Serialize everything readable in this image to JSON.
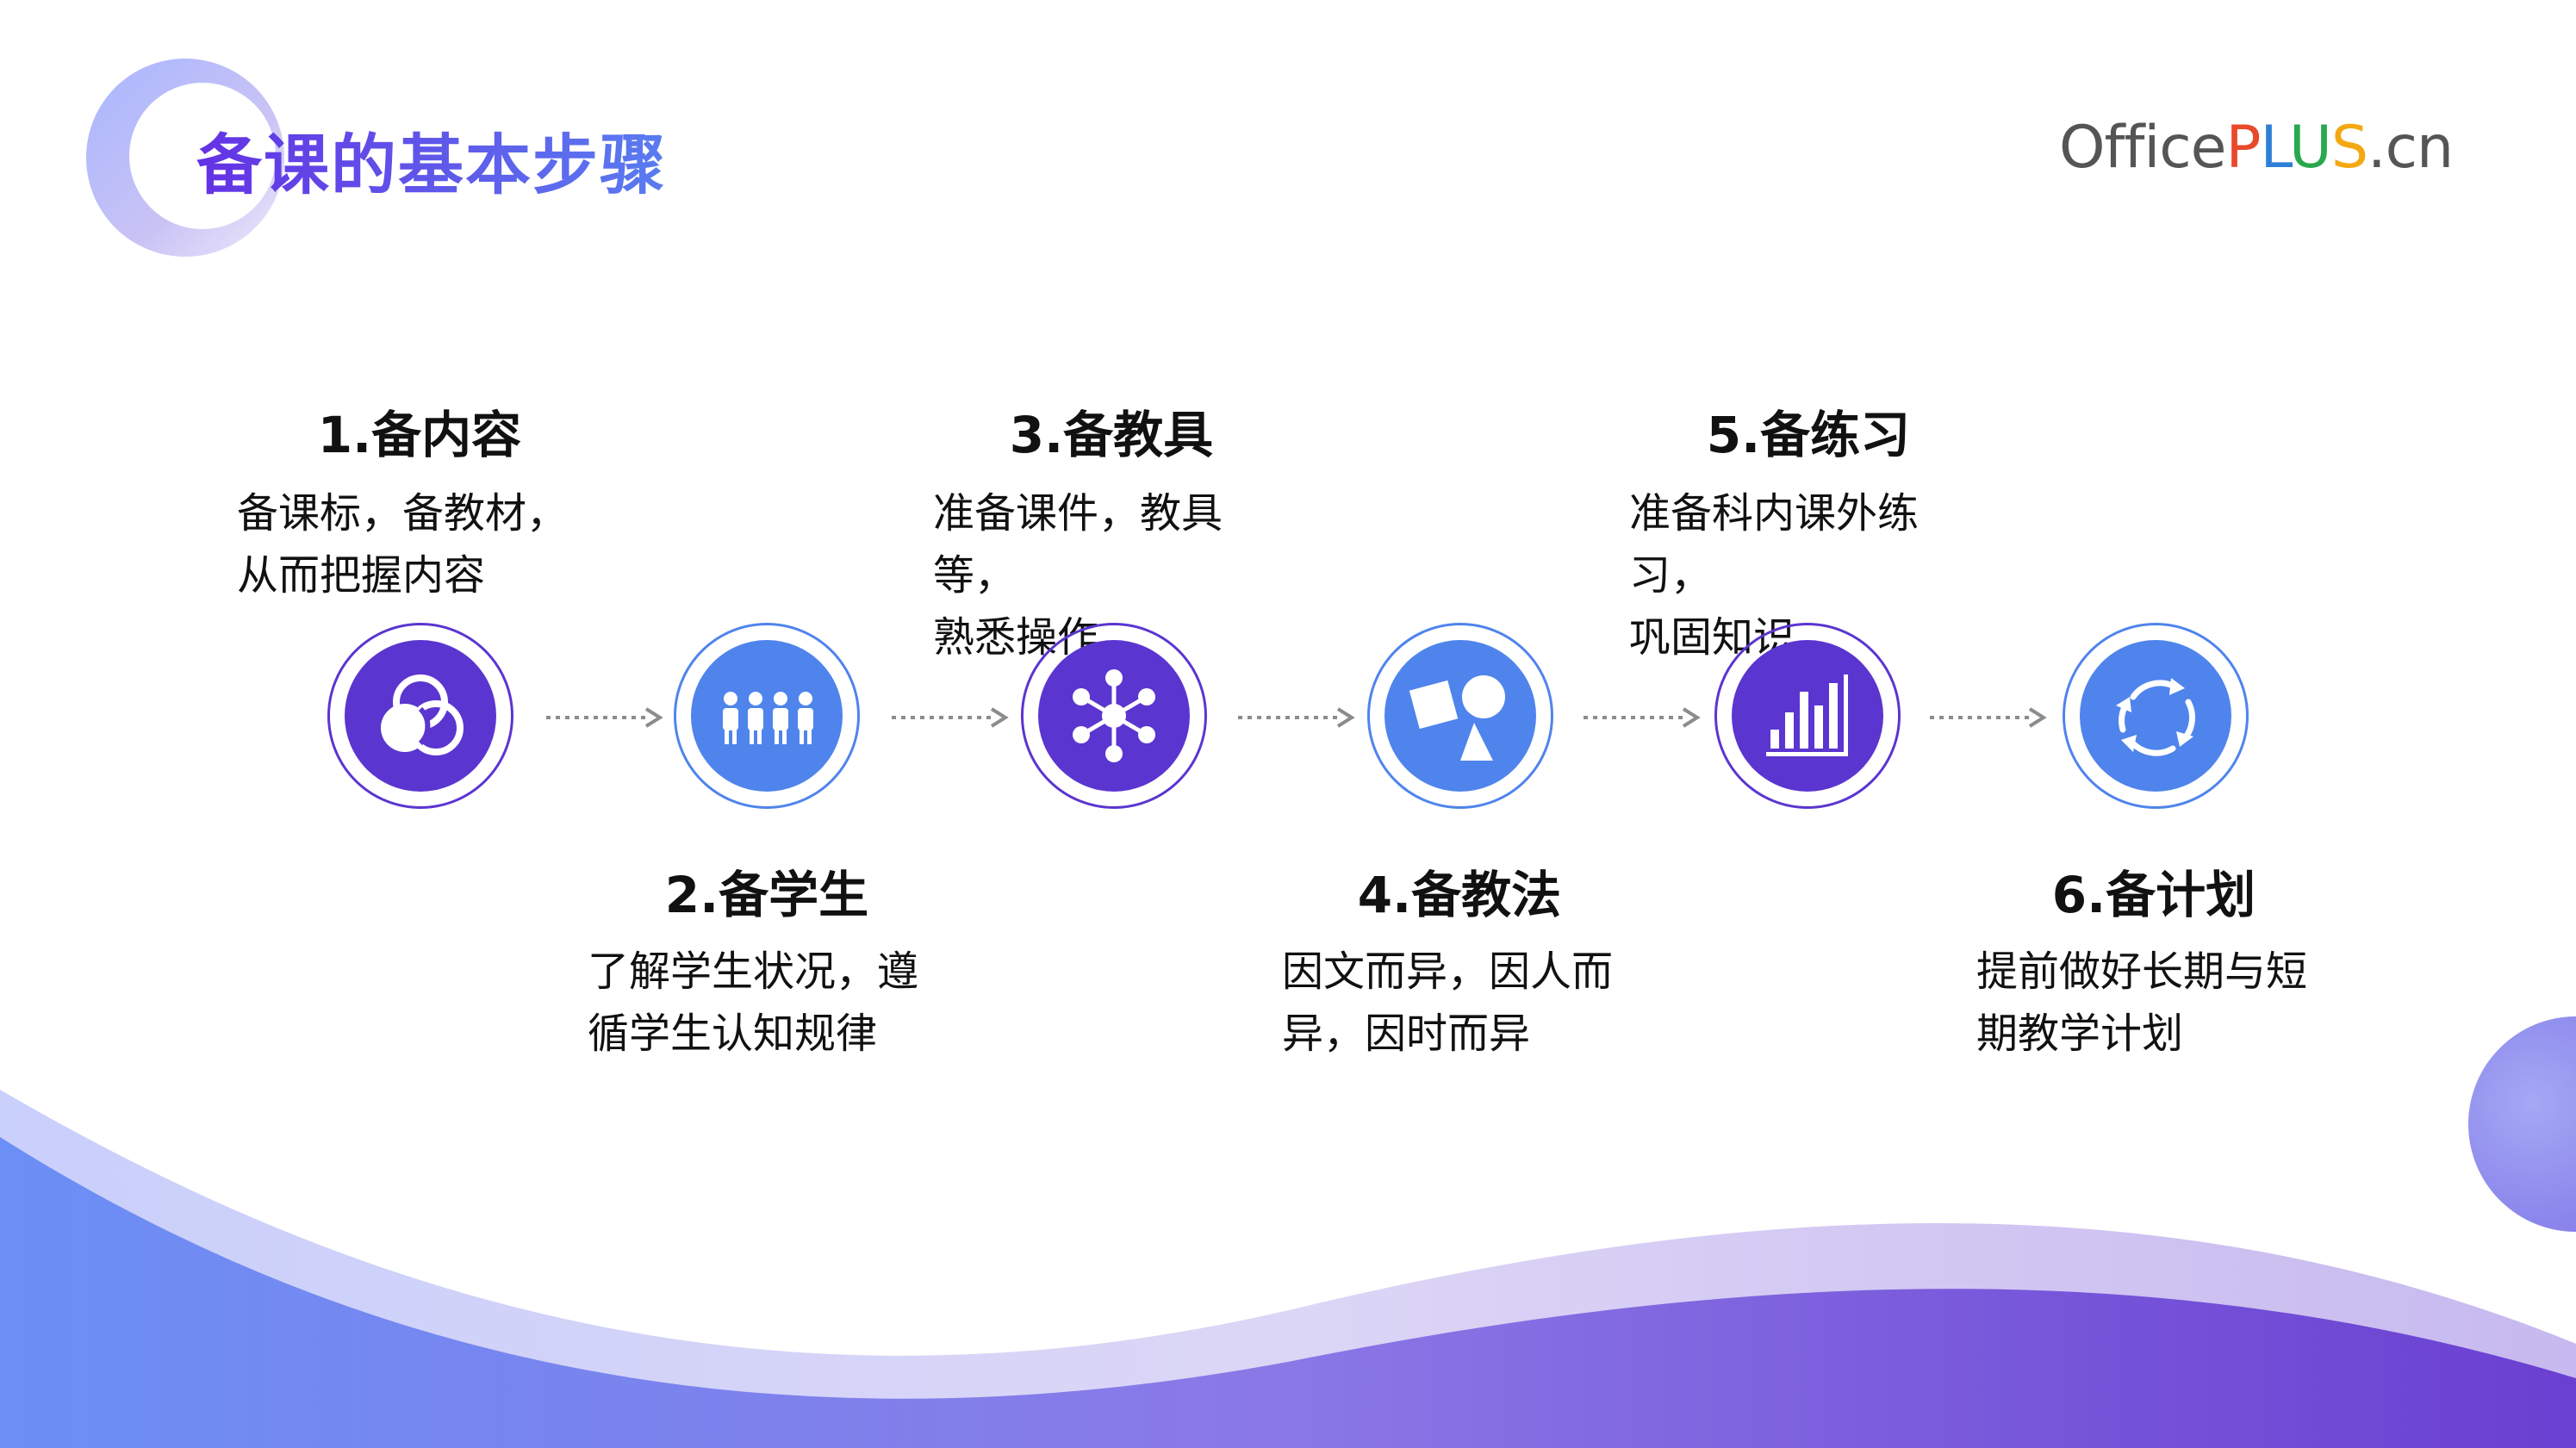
{
  "header": {
    "title": "备课的基本步骤",
    "logo_office": "Office",
    "logo_p": "P",
    "logo_l": "L",
    "logo_u": "U",
    "logo_s": "S",
    "logo_cn": ".cn"
  },
  "steps": [
    {
      "title": "1.备内容",
      "line1": "备课标，备教材，",
      "line2": "从而把握内容",
      "icon": "venn-circles-icon",
      "color": "#5b35d0"
    },
    {
      "title": "2.备学生",
      "line1": "了解学生状况，遵",
      "line2": "循学生认知规律",
      "icon": "people-group-icon",
      "color": "#4f84ec"
    },
    {
      "title": "3.备教具",
      "line1": "准备课件，教具等，",
      "line2": "熟悉操作",
      "icon": "network-hub-icon",
      "color": "#5b35d0"
    },
    {
      "title": "4.备教法",
      "line1": "因文而异，因人而",
      "line2": "异，因时而异",
      "icon": "shapes-icon",
      "color": "#4f84ec"
    },
    {
      "title": "5.备练习",
      "line1": "准备科内课外练习，",
      "line2": "巩固知识",
      "icon": "bar-chart-icon",
      "color": "#5b35d0"
    },
    {
      "title": "6.备计划",
      "line1": "提前做好长期与短",
      "line2": "期教学计划",
      "icon": "refresh-cycle-icon",
      "color": "#4f84ec"
    }
  ],
  "colors": {
    "violet": "#5b35d0",
    "blue": "#4f84ec",
    "arrow": "#8c8c8c"
  }
}
